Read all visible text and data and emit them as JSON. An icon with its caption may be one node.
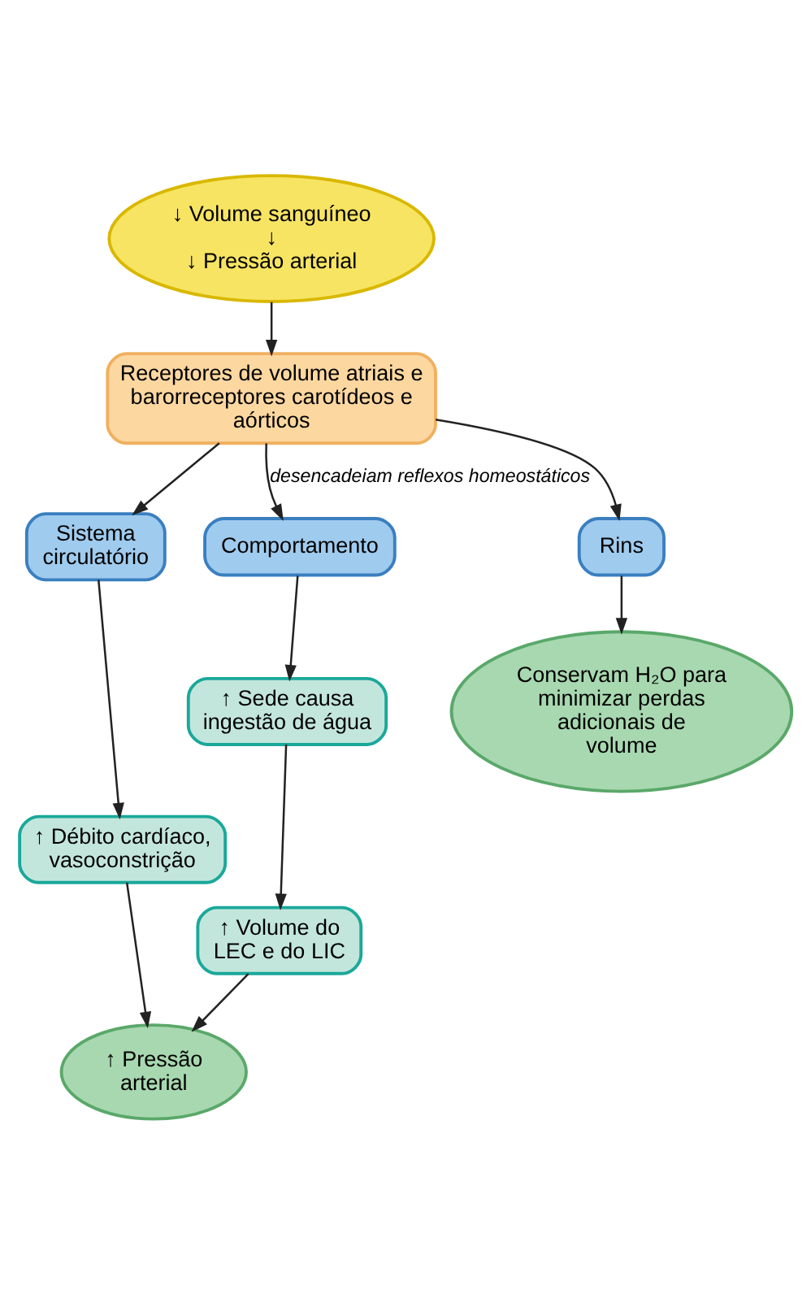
{
  "diagram": {
    "nodes": [
      {
        "text": [
          "↓ Volume sanguíneo",
          "↓",
          "↓ Pressão arterial"
        ]
      },
      {
        "text": [
          "Receptores de volume atriais e barorreceptores carotídeos e aórticos"
        ]
      },
      {
        "text": [
          "Sistema circulatório"
        ]
      },
      {
        "text": [
          "Comportamento"
        ]
      },
      {
        "text": [
          "Rins"
        ]
      },
      {
        "text": [
          "↑ Débito cardíaco, vasoconstrição"
        ]
      },
      {
        "text": [
          "↑ Sede causa ingestão de água"
        ]
      },
      {
        "text": [
          "↑ Volume do LEC e do LIC"
        ]
      },
      {
        "text": [
          "↑ Pressão arterial"
        ]
      },
      {
        "text": [
          "Conservam H₂O para minimizar perdas adicionais de volume"
        ]
      }
    ],
    "edges": [
      {
        "from": 0,
        "to": 1,
        "arrow": "to"
      },
      {
        "from": 1,
        "to": 2,
        "arrow": "to"
      },
      {
        "from": 1,
        "to": 3,
        "arrow": "to",
        "label": "desencadeiam reflexos homeostáticos"
      },
      {
        "from": 1,
        "to": 4,
        "arrow": "to"
      },
      {
        "from": 2,
        "to": 5,
        "arrow": "to"
      },
      {
        "from": 3,
        "to": 6,
        "arrow": "to"
      },
      {
        "from": 6,
        "to": 7,
        "arrow": "to"
      },
      {
        "from": 5,
        "to": 8,
        "arrow": "to"
      },
      {
        "from": 7,
        "to": 8,
        "arrow": "to"
      },
      {
        "from": 4,
        "to": 9,
        "arrow": "to"
      }
    ]
  }
}
